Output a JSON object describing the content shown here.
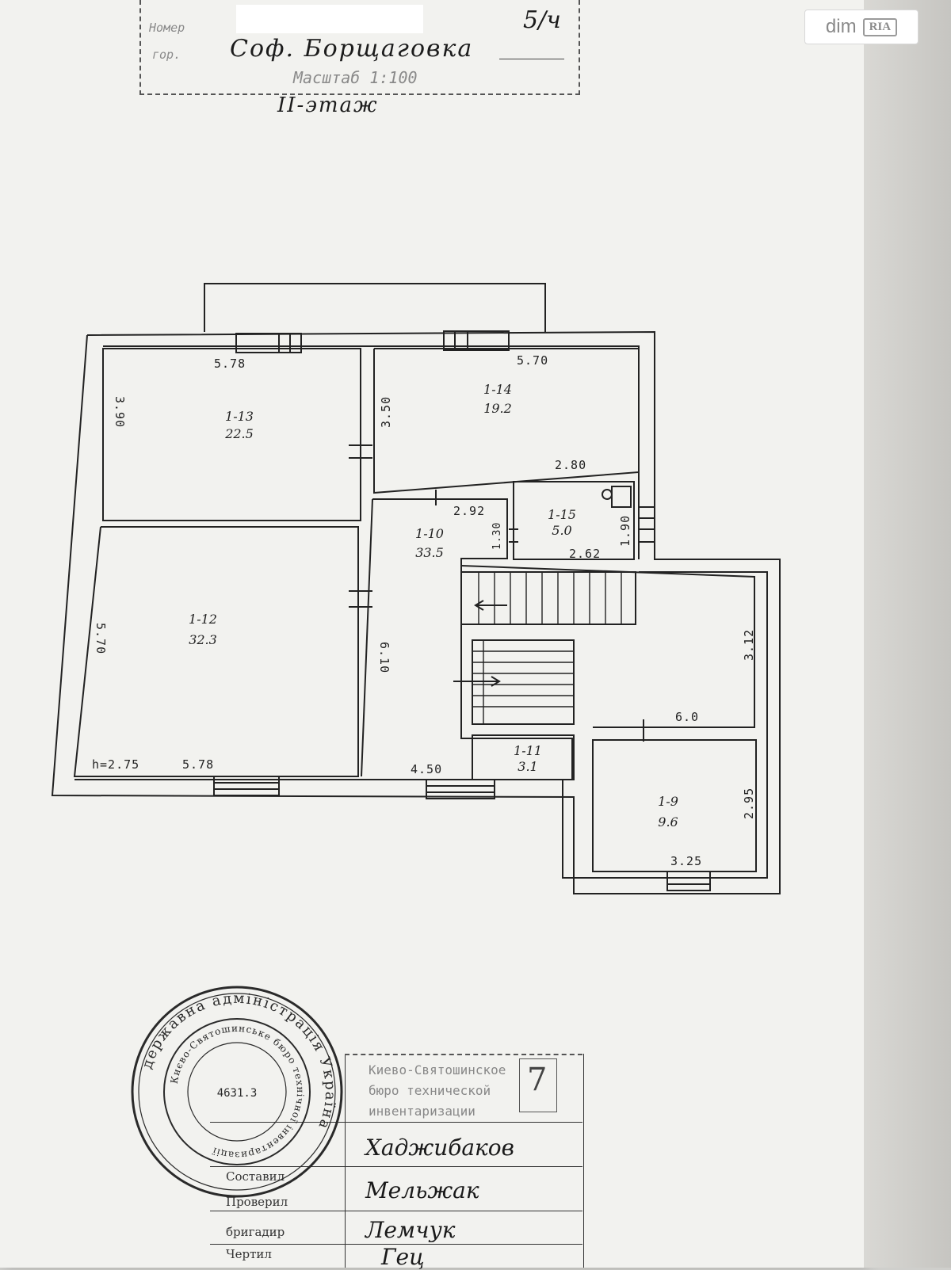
{
  "header": {
    "top_right_code": "5/ч",
    "locality": "Соф. Борщаговка",
    "scale": "Масштаб 1:100",
    "floor": "II-этаж",
    "row_prefix_1": "Номер",
    "row_prefix_2": "гор."
  },
  "watermark": {
    "brand_left": "dim",
    "brand_right": "RIA"
  },
  "rooms": [
    {
      "id": "1-13",
      "area": "22.5"
    },
    {
      "id": "1-14",
      "area": "19.2"
    },
    {
      "id": "1-15",
      "area": "5.0"
    },
    {
      "id": "1-10",
      "area": "33.5"
    },
    {
      "id": "1-12",
      "area": "32.3"
    },
    {
      "id": "1-11",
      "area": "3.1"
    },
    {
      "id": "1-9",
      "area": "9.6"
    }
  ],
  "dimensions": {
    "d_578_top": "5.78",
    "d_570_top": "5.70",
    "d_390": "3.90",
    "d_350": "3.50",
    "d_280": "2.80",
    "d_292": "2.92",
    "d_130": "1.30",
    "d_190": "1.90",
    "d_262": "2.62",
    "d_570_left": "5.70",
    "d_610": "6.10",
    "d_312": "3.12",
    "d_60": "6.0",
    "height_note": "h=2.75",
    "d_578_bottom": "5.78",
    "d_450": "4.50",
    "d_295": "2.95",
    "d_325": "3.25"
  },
  "stamp": {
    "outer_text": "державна адміністрація Україна",
    "inner_text": "Києво-Святошинське бюро технічної інвентаризації",
    "code": "4631.3"
  },
  "title_block": {
    "org": "Киево-Святошинское бюро технической инвентаризации",
    "sheet": "7",
    "label_composed": "Составил",
    "label_checked": "Проверил",
    "label_foreman": "бригадир",
    "label_drawn": "Чертил",
    "sign_1": "Хаджибаков",
    "sign_2": "Мельжак",
    "sign_3": "Лемчук",
    "sign_4": "Гец"
  }
}
